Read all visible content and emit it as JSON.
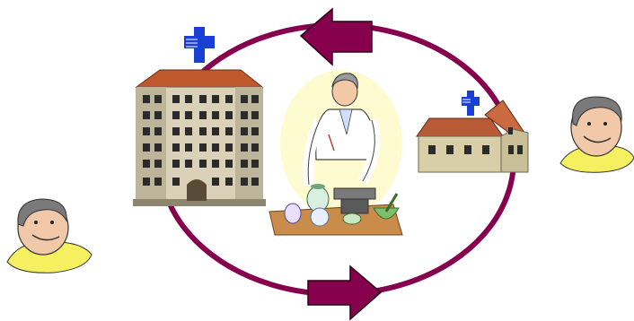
{
  "scene": {
    "items": [
      {
        "name": "hospital-building"
      },
      {
        "name": "clinic-house"
      },
      {
        "name": "pharmacist"
      },
      {
        "name": "patient-left"
      },
      {
        "name": "patient-right"
      }
    ],
    "arrows": [
      {
        "name": "arrow-left-top",
        "direction": "left"
      },
      {
        "name": "arrow-right-bottom",
        "direction": "right"
      }
    ],
    "colors": {
      "cycle": "#86004E",
      "cross": "#1A3FD6",
      "roof": "#C0582E",
      "building": "#D9D2B8",
      "skin": "#F1C9A8",
      "shirt": "#F6F060",
      "coat": "#FFFFFF",
      "table": "#C98C4A"
    }
  }
}
